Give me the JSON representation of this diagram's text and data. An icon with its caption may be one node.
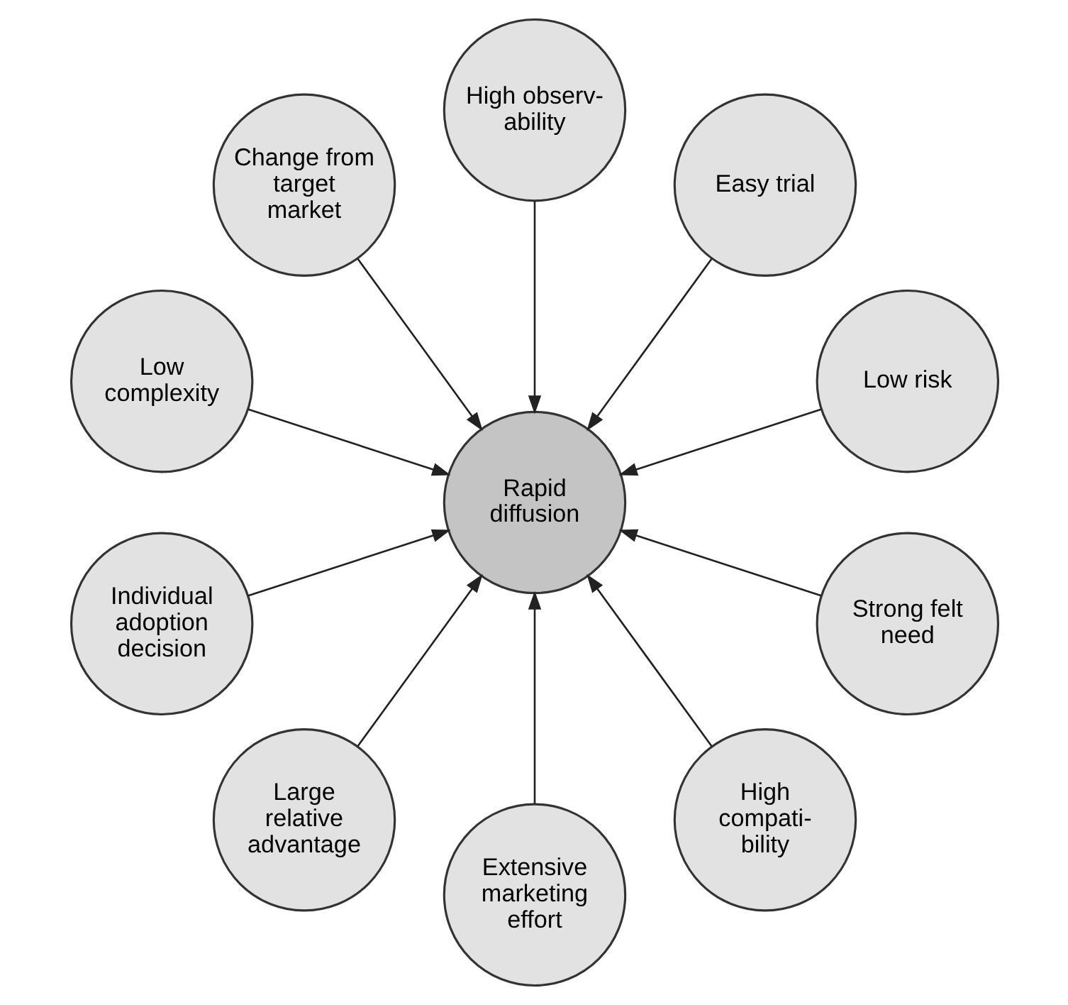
{
  "diagram": {
    "nodes": [
      {
        "text": [
          "Rapid diffusion"
        ]
      },
      {
        "text": [
          "Low risk"
        ]
      },
      {
        "text": [
          "Easy trial"
        ]
      },
      {
        "text": [
          "High observ- ability"
        ]
      },
      {
        "text": [
          "Change from target market"
        ]
      },
      {
        "text": [
          "Low complexity"
        ]
      },
      {
        "text": [
          "Individual adoption decision"
        ]
      },
      {
        "text": [
          "Large relative advantage"
        ]
      },
      {
        "text": [
          "Extensive marketing effort"
        ]
      },
      {
        "text": [
          "High compati- bility"
        ]
      },
      {
        "text": [
          "Strong felt need"
        ]
      }
    ],
    "edges": [
      {
        "from": 1,
        "to": 0,
        "arrow": "to"
      },
      {
        "from": 2,
        "to": 0,
        "arrow": "to"
      },
      {
        "from": 4,
        "to": 0,
        "arrow": "to"
      },
      {
        "from": 6,
        "to": 0,
        "arrow": "to"
      },
      {
        "from": 8,
        "to": 0,
        "arrow": "to"
      },
      {
        "from": 10,
        "to": 0,
        "arrow": "to"
      },
      {
        "from": 9,
        "to": 0,
        "arrow": "to"
      },
      {
        "from": 7,
        "to": 0,
        "arrow": "to"
      },
      {
        "from": 5,
        "to": 0,
        "arrow": "to"
      },
      {
        "from": 3,
        "to": 0,
        "arrow": "to"
      }
    ]
  }
}
